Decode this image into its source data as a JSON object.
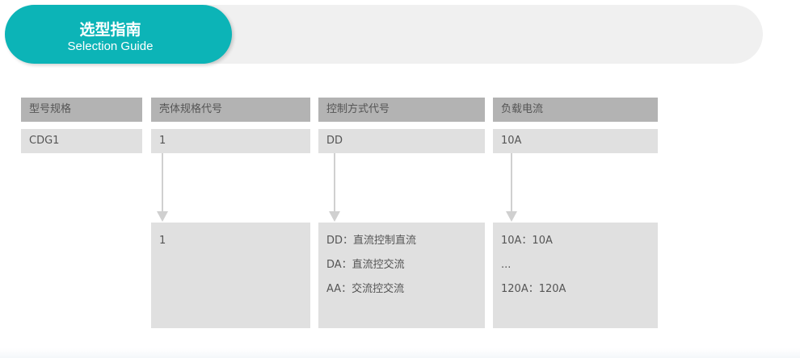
{
  "header": {
    "title_cn": "选型指南",
    "title_en": "Selection Guide",
    "accent_color": "#0cb4b7"
  },
  "columns": [
    {
      "header": "型号规格",
      "code": "CDG1",
      "descriptions": []
    },
    {
      "header": "壳体规格代号",
      "code": "1",
      "descriptions": [
        "1"
      ]
    },
    {
      "header": "控制方式代号",
      "code": "DD",
      "descriptions": [
        "DD：直流控制直流",
        "DA：直流控交流",
        "AA：交流控交流"
      ]
    },
    {
      "header": "负载电流",
      "code": "10A",
      "descriptions": [
        "10A：10A",
        "...",
        "120A：120A"
      ]
    }
  ]
}
